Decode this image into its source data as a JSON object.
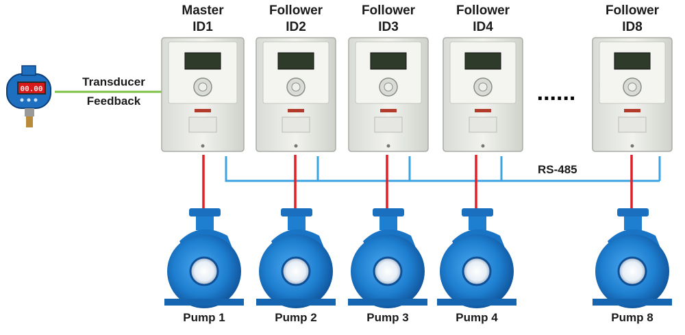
{
  "drives": [
    {
      "role": "Master",
      "id": "ID1"
    },
    {
      "role": "Follower",
      "id": "ID2"
    },
    {
      "role": "Follower",
      "id": "ID3"
    },
    {
      "role": "Follower",
      "id": "ID4"
    },
    {
      "role": "Follower",
      "id": "ID8"
    }
  ],
  "pumps": [
    "Pump 1",
    "Pump 2",
    "Pump 3",
    "Pump 4",
    "Pump 8"
  ],
  "transducer": {
    "line1": "Transducer",
    "line2": "Feedback",
    "display": "00.00"
  },
  "bus_label": "RS-485",
  "ellipsis": "......",
  "colors": {
    "bus": "#3aa3e0",
    "power": "#e21f26",
    "feedback": "#7dc242",
    "pump": "#1e7fd0"
  }
}
